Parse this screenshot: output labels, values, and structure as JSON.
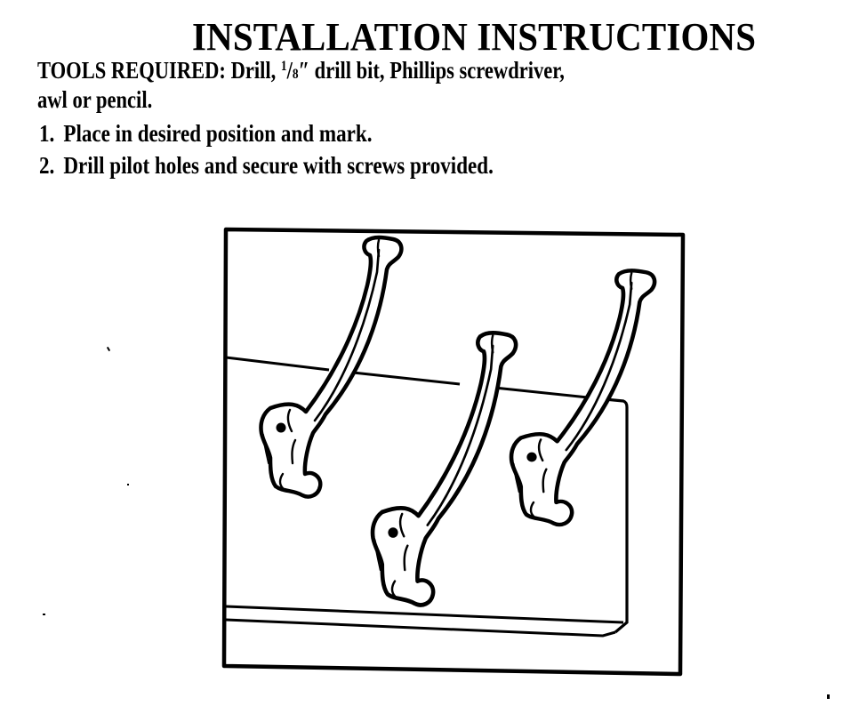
{
  "document": {
    "title": "INSTALLATION INSTRUCTIONS",
    "tools": {
      "label": "TOOLS REQUIRED:",
      "items_before_fraction": "Drill,",
      "fraction_numerator": "1",
      "fraction_slash": "/",
      "fraction_denominator": "8",
      "fraction_suffix": "″ drill bit, Phillips screwdriver,",
      "line2": "awl or pencil."
    },
    "steps": [
      {
        "number": "1.",
        "text": "Place in desired position and mark."
      },
      {
        "number": "2.",
        "text": "Drill pilot holes and secure with screws provided."
      }
    ]
  },
  "figure": {
    "description": "Wall-mounted board with three coat hooks attached by screws",
    "hook_count": 3,
    "line_color": "#000000",
    "background_color": "#ffffff"
  }
}
